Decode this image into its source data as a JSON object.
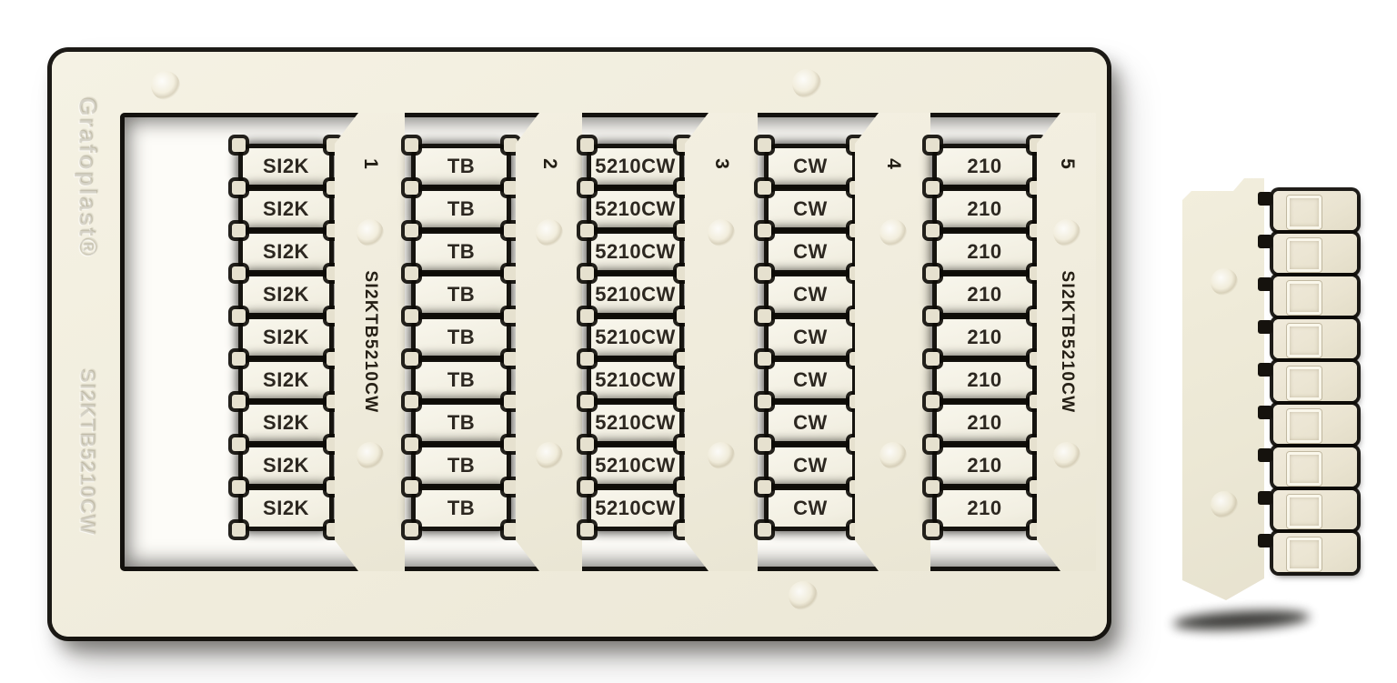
{
  "scene": {
    "description": "Grafoplast SI2K terminal marker card with five pre-printed tag strips and a detached empty tag-holder strip",
    "background": "#ffffff"
  },
  "card": {
    "embossed_brand": "Grafoplast®",
    "embossed_part_number": "SI2KTB5210CW",
    "columns": [
      {
        "rail_number": "1",
        "rail_vertical_text": "SI2KTB5210CW",
        "tags": [
          "SI2K",
          "SI2K",
          "SI2K",
          "SI2K",
          "SI2K",
          "SI2K",
          "SI2K",
          "SI2K",
          "SI2K"
        ]
      },
      {
        "rail_number": "2",
        "rail_vertical_text": "",
        "tags": [
          "TB",
          "TB",
          "TB",
          "TB",
          "TB",
          "TB",
          "TB",
          "TB",
          "TB"
        ]
      },
      {
        "rail_number": "3",
        "rail_vertical_text": "",
        "tags": [
          "5210CW",
          "5210CW",
          "5210CW",
          "5210CW",
          "5210CW",
          "5210CW",
          "5210CW",
          "5210CW",
          "5210CW"
        ]
      },
      {
        "rail_number": "4",
        "rail_vertical_text": "",
        "tags": [
          "CW",
          "CW",
          "CW",
          "CW",
          "CW",
          "CW",
          "CW",
          "CW",
          "CW"
        ]
      },
      {
        "rail_number": "5",
        "rail_vertical_text": "SI2KTB5210CW",
        "tags": [
          "210",
          "210",
          "210",
          "210",
          "210",
          "210",
          "210",
          "210",
          "210"
        ]
      }
    ]
  },
  "side_strip": {
    "holder_count": 9
  },
  "colors": {
    "plastic_frame": "#f0ecdc",
    "tag_face": "#f5f3e8",
    "printed_text": "#2c2720",
    "shadow_black": "#12100b",
    "holder_face": "#ece5d3"
  }
}
